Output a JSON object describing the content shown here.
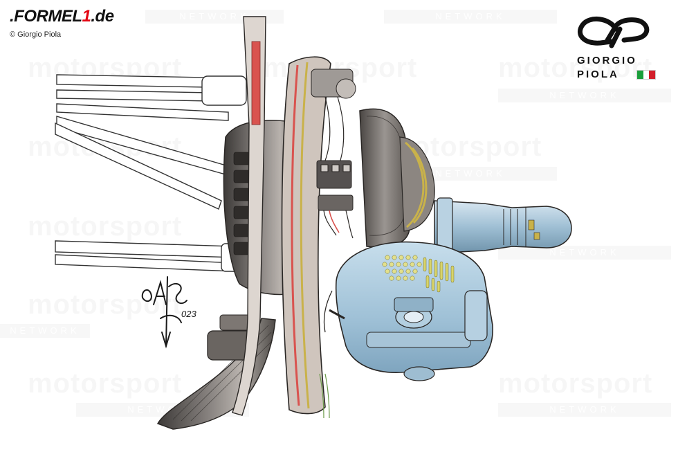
{
  "header": {
    "brand_prefix": ".FORMEL",
    "brand_one": "1",
    "brand_suffix": ".de",
    "credit": "© Giorgio Piola"
  },
  "logo": {
    "line1": "GIORGIO",
    "line2": "PIOLA",
    "flag_colors": [
      "#1a9e3a",
      "#ffffff",
      "#d21f2b"
    ]
  },
  "signature": {
    "year": "023"
  },
  "watermark": {
    "word": "motorsport",
    "sub": "NETWORK"
  },
  "colors": {
    "brake_blue": "#aac8dc",
    "disc_red": "#d9534f",
    "gold_accent": "#c9b24a",
    "steel_dark": "#5e5a57"
  }
}
